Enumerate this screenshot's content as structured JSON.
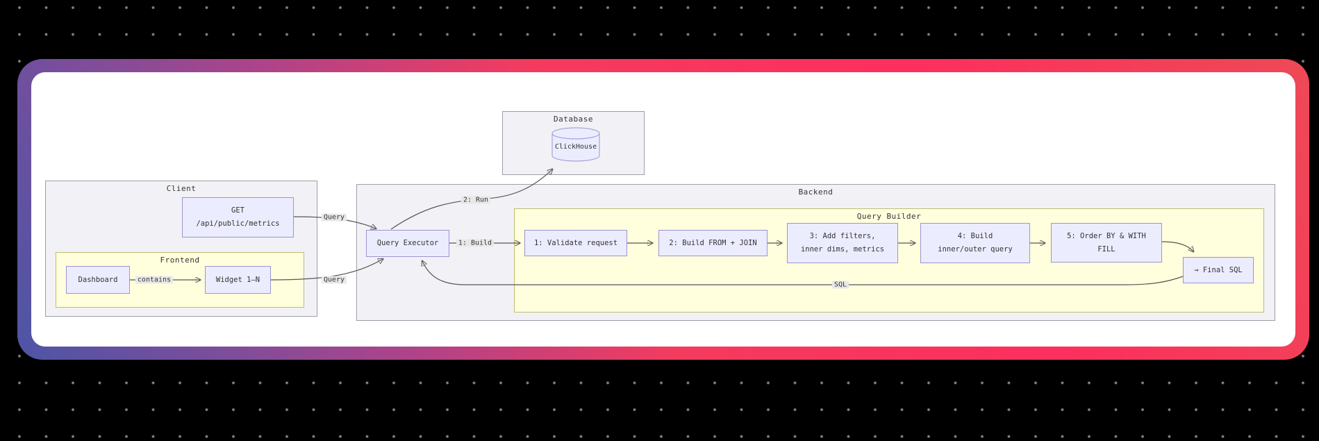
{
  "canvas": {
    "background_color": "#000000",
    "dot_color": "#84848c"
  },
  "card": {
    "gradient_colors": [
      "#4d55a5",
      "#7e4d9b",
      "#b04388",
      "#f43b5e",
      "#ee4956"
    ],
    "background": "#ffffff"
  },
  "diagram": {
    "type": "flowchart",
    "colors": {
      "node_fill": "#ECECFF",
      "node_border": "#9b93d1",
      "cluster_gray_fill": "#f2f2f6",
      "cluster_gray_border": "#9d9da8",
      "cluster_yellow_fill": "#ffffde",
      "cluster_yellow_border": "#bcbc72",
      "edge_stroke": "#555555",
      "edge_label_bg": "#e8e8e8",
      "text": "#333333"
    },
    "clusters": {
      "database": {
        "label": "Database",
        "style": "gray"
      },
      "client": {
        "label": "Client",
        "style": "gray"
      },
      "frontend": {
        "label": "Frontend",
        "style": "yellow"
      },
      "backend": {
        "label": "Backend",
        "style": "gray"
      },
      "query_builder": {
        "label": "Query Builder",
        "style": "yellow"
      }
    },
    "nodes": {
      "clickhouse": {
        "label": "ClickHouse",
        "shape": "cylinder"
      },
      "get": {
        "lines": [
          "GET",
          "/api/public/metrics"
        ]
      },
      "dashboard": {
        "label": "Dashboard"
      },
      "widget": {
        "label": "Widget 1–N"
      },
      "query_executor": {
        "label": "Query Executor"
      },
      "qb1": {
        "label": "1: Validate request"
      },
      "qb2": {
        "label": "2: Build FROM + JOIN"
      },
      "qb3": {
        "lines": [
          "3: Add filters,",
          "inner dims, metrics"
        ]
      },
      "qb4": {
        "lines": [
          "4: Build",
          "inner/outer query"
        ]
      },
      "qb5": {
        "lines": [
          "5: Order BY & WITH",
          "FILL"
        ]
      },
      "final_sql": {
        "label": "→ Final SQL"
      }
    },
    "edges": [
      {
        "from": "get",
        "to": "query_executor",
        "label": "Query"
      },
      {
        "from": "widget",
        "to": "query_executor",
        "label": "Query"
      },
      {
        "from": "dashboard",
        "to": "widget",
        "label": "contains"
      },
      {
        "from": "query_executor",
        "to": "clickhouse",
        "label": "2: Run"
      },
      {
        "from": "query_executor",
        "to": "qb1",
        "label": "1: Build"
      },
      {
        "from": "qb1",
        "to": "qb2",
        "label": ""
      },
      {
        "from": "qb2",
        "to": "qb3",
        "label": ""
      },
      {
        "from": "qb3",
        "to": "qb4",
        "label": ""
      },
      {
        "from": "qb4",
        "to": "qb5",
        "label": ""
      },
      {
        "from": "qb5",
        "to": "final_sql",
        "label": ""
      },
      {
        "from": "final_sql",
        "to": "query_executor",
        "label": "SQL"
      }
    ]
  }
}
